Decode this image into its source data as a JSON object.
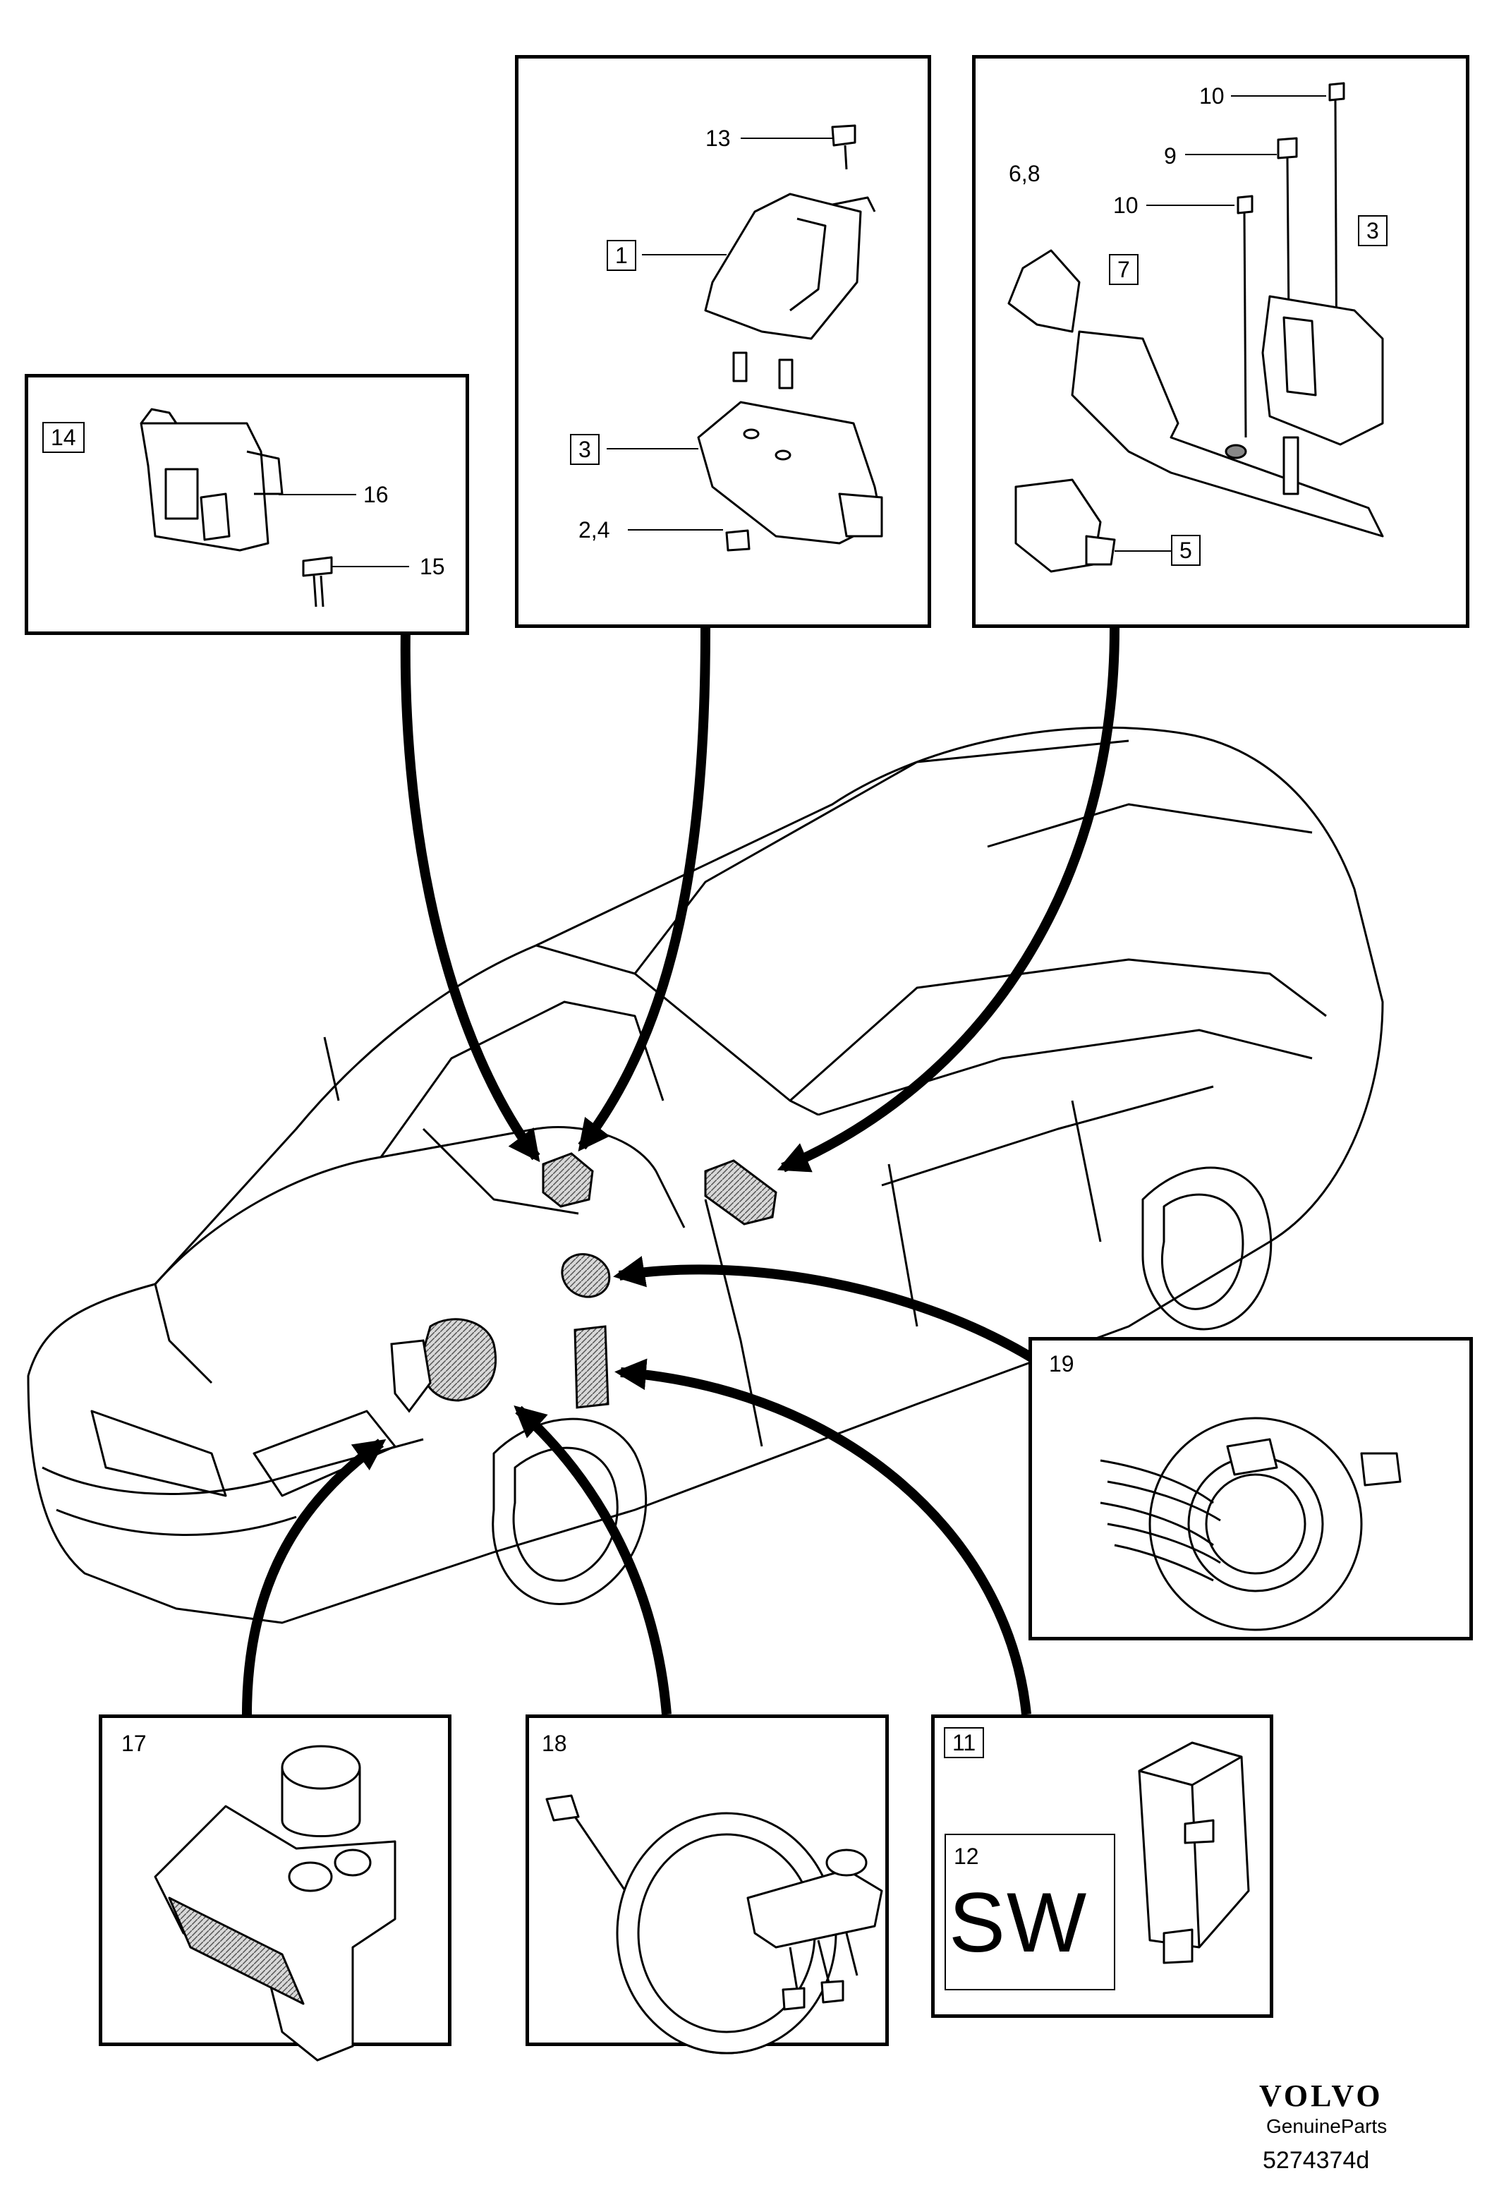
{
  "panels": {
    "p14": {
      "label": "14",
      "labels": [
        "16",
        "15"
      ]
    },
    "p1": {
      "labels": [
        "13",
        "1",
        "3",
        "2,4"
      ]
    },
    "p3": {
      "labels": [
        "10",
        "9",
        "10",
        "6,8",
        "7",
        "3",
        "5"
      ]
    },
    "p19": {
      "label": "19"
    },
    "p17": {
      "label": "17"
    },
    "p18": {
      "label": "18"
    },
    "p11": {
      "label": "11",
      "sub_label": "12",
      "sw_text": "SW"
    }
  },
  "footer": {
    "brand": "VOLVO",
    "tagline": "GenuineParts",
    "doc_number": "5274374d"
  },
  "colors": {
    "line": "#000000",
    "fill": "#ffffff",
    "hatch": "#bfbfbf"
  }
}
